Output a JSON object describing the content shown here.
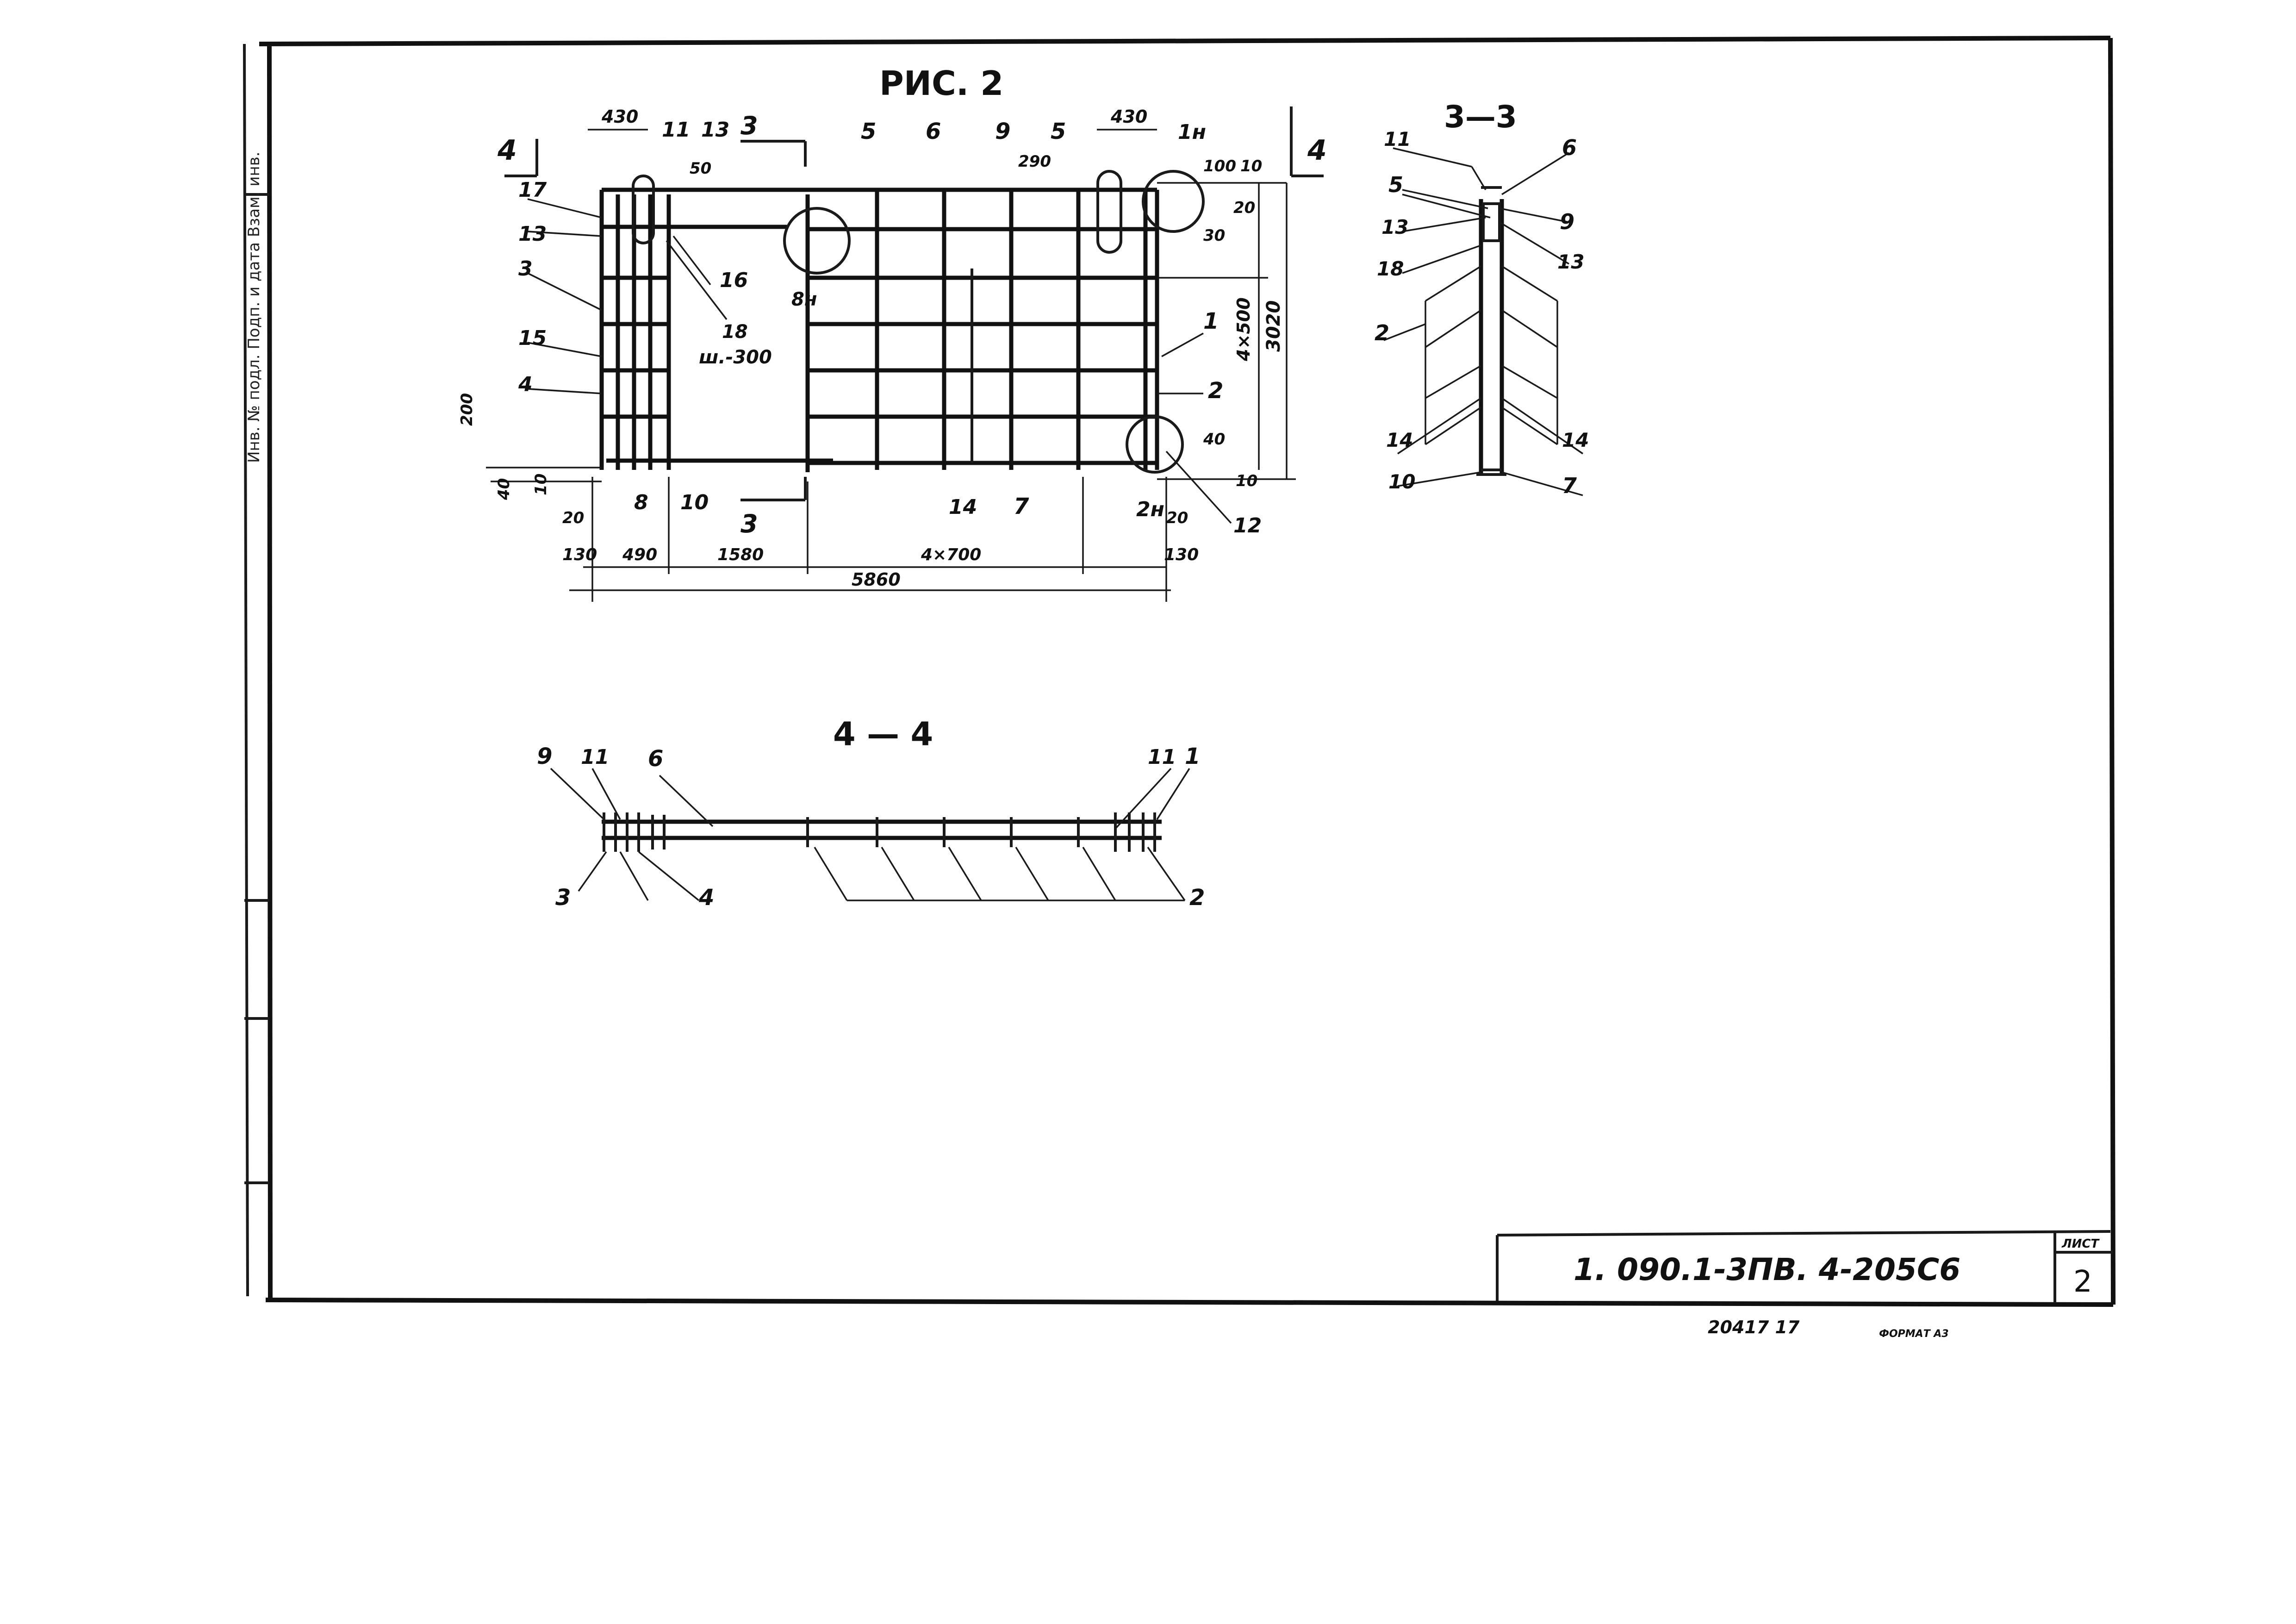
{
  "figure": {
    "title": "РИС. 2",
    "section_33": "3—3",
    "section_44": "4 — 4",
    "cut3_top": "3",
    "cut3_bottom": "3",
    "cut4_left": "4",
    "cut4_right": "4"
  },
  "plan": {
    "marks": {
      "m11": "11",
      "m13": "13",
      "m5a": "5",
      "m6": "6",
      "m9": "9",
      "m5b": "5",
      "m1n": "1н",
      "m17": "17",
      "m13b": "13",
      "m3": "3",
      "m15": "15",
      "m4": "4",
      "m16": "16",
      "m18": "18",
      "m8n": "8н",
      "m1": "1",
      "m2": "2",
      "m8": "8",
      "m10": "10",
      "m14": "14",
      "m7": "7",
      "m2n": "2н",
      "m12": "12",
      "sh300": "ш.-300"
    },
    "dims": {
      "d430a": "430",
      "d430b": "430",
      "d50": "50",
      "d290": "290",
      "d100": "100",
      "d10a": "10",
      "d20a": "20",
      "d30": "30",
      "d4x500": "4×500",
      "d3020": "3020",
      "d40r": "40",
      "d10r": "10",
      "d200": "200",
      "d40l": "40",
      "d10l": "10",
      "d20l": "20",
      "d20r": "20",
      "d130l": "130",
      "d490": "490",
      "d1580": "1580",
      "d4x700": "4×700",
      "d130r": "130",
      "d5860": "5860"
    }
  },
  "section33": {
    "marks": {
      "m11": "11",
      "m6": "6",
      "m5": "5",
      "m9": "9",
      "m13a": "13",
      "m13b": "13",
      "m18": "18",
      "m2": "2",
      "m14a": "14",
      "m14b": "14",
      "m10": "10",
      "m7": "7"
    }
  },
  "section44": {
    "marks": {
      "m9": "9",
      "m11a": "11",
      "m6": "6",
      "m11b": "11",
      "m1": "1",
      "m3": "3",
      "m4": "4",
      "m2": "2"
    }
  },
  "stamp": {
    "code": "1. 090.1-3ПВ. 4-2",
    "sub": "05С6",
    "sheet_label": "ЛИСТ",
    "sheet_no": "2"
  },
  "footer": {
    "inv": "20417 17",
    "format": "ФОРМАТ А3"
  },
  "margin": {
    "vertical_note": "Инв. № подл. Подп. и дата Взам. инв."
  }
}
